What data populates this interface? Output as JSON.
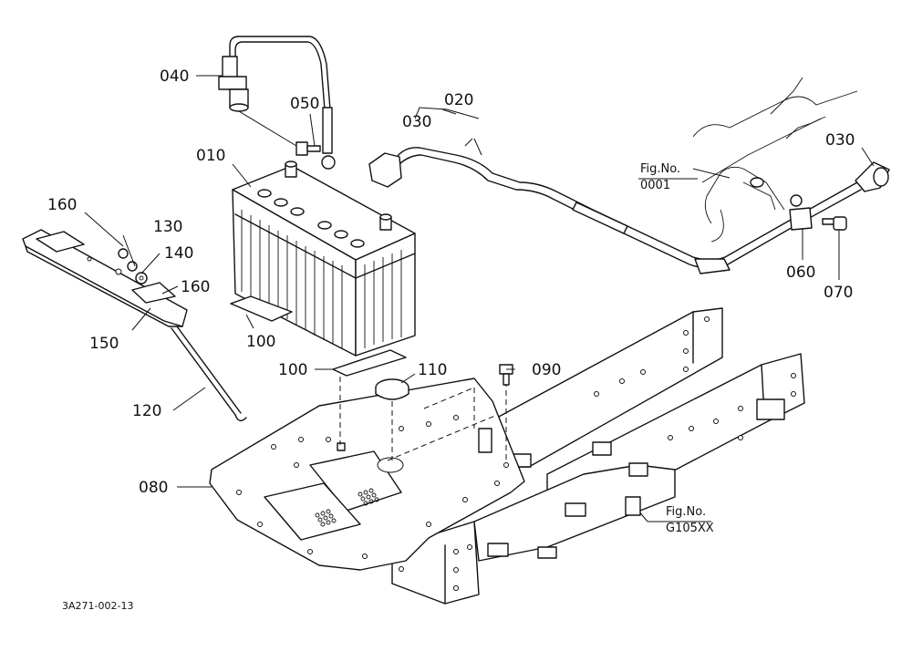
{
  "diagram": {
    "drawing_code": "3A271-002-13",
    "callouts": [
      {
        "id": "c040",
        "label": "040"
      },
      {
        "id": "c050",
        "label": "050"
      },
      {
        "id": "c010",
        "label": "010"
      },
      {
        "id": "c020",
        "label": "020"
      },
      {
        "id": "c030a",
        "label": "030"
      },
      {
        "id": "c030b",
        "label": "030"
      },
      {
        "id": "c160a",
        "label": "160"
      },
      {
        "id": "c130",
        "label": "130"
      },
      {
        "id": "c140",
        "label": "140"
      },
      {
        "id": "c160b",
        "label": "160"
      },
      {
        "id": "c150",
        "label": "150"
      },
      {
        "id": "c100a",
        "label": "100"
      },
      {
        "id": "c100b",
        "label": "100"
      },
      {
        "id": "c110",
        "label": "110"
      },
      {
        "id": "c090",
        "label": "090"
      },
      {
        "id": "c120",
        "label": "120"
      },
      {
        "id": "c080",
        "label": "080"
      },
      {
        "id": "c060",
        "label": "060"
      },
      {
        "id": "c070",
        "label": "070"
      }
    ],
    "fig_refs": [
      {
        "id": "fig1",
        "line1": "Fig.No.",
        "line2": "0001"
      },
      {
        "id": "fig2",
        "line1": "Fig.No.",
        "line2": "G105XX"
      }
    ]
  }
}
